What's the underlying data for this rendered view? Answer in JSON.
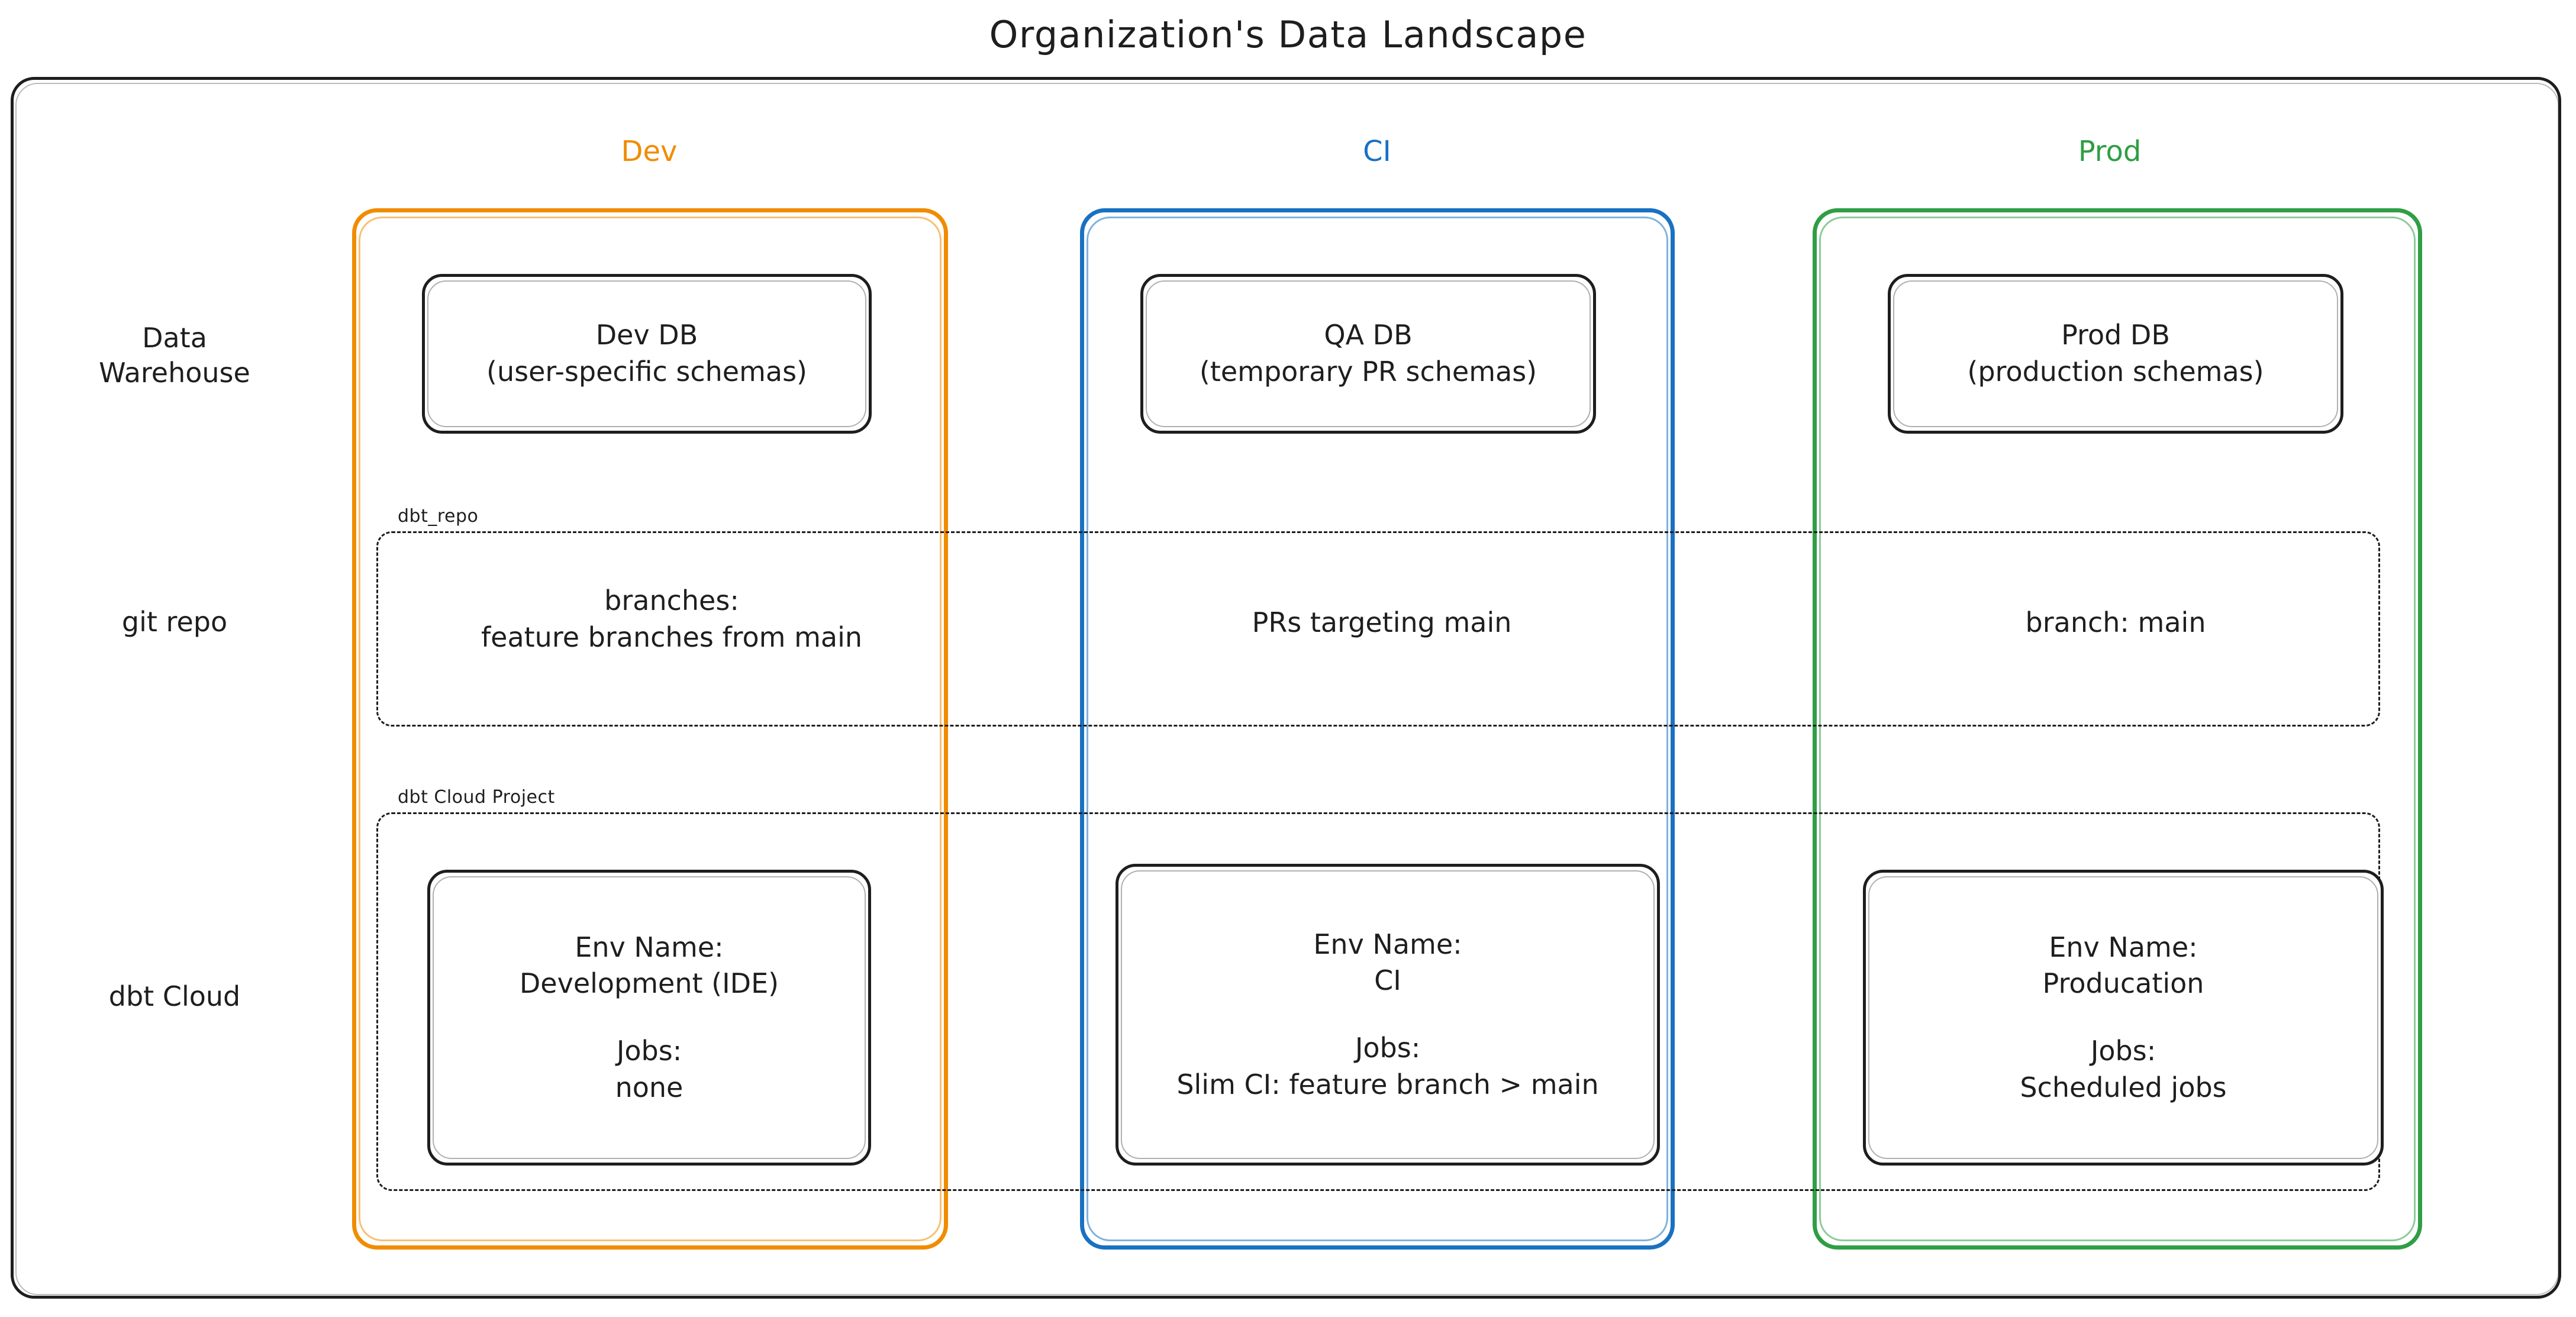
{
  "diagram": {
    "title": "Organization's Data Landscape",
    "type": "architecture-matrix",
    "colors": {
      "dev": "#f08c00",
      "ci": "#1971c2",
      "prod": "#2f9e44",
      "stroke": "#1e1e1e",
      "background": "#ffffff"
    }
  },
  "environments": [
    {
      "key": "dev",
      "label": "Dev",
      "color": "#f08c00"
    },
    {
      "key": "ci",
      "label": "CI",
      "color": "#1971c2"
    },
    {
      "key": "prod",
      "label": "Prod",
      "color": "#2f9e44"
    }
  ],
  "row_labels": {
    "data_warehouse": "Data\nWarehouse",
    "git_repo": "git repo",
    "dbt_cloud": "dbt Cloud"
  },
  "group_captions": {
    "git_repo": "dbt_repo",
    "dbt_cloud_project": "dbt Cloud Project"
  },
  "data_warehouse": {
    "dev": {
      "name": "Dev DB",
      "detail": "(user-specific schemas)"
    },
    "ci": {
      "name": "QA DB",
      "detail": "(temporary PR schemas)"
    },
    "prod": {
      "name": "Prod DB",
      "detail": "(production schemas)"
    }
  },
  "git_repo": {
    "dev": "branches:\nfeature branches from main",
    "ci": "PRs targeting main",
    "prod": "branch: main"
  },
  "dbt_cloud": {
    "env_name_label": "Env Name:",
    "jobs_label": "Jobs:",
    "dev": {
      "env_name": "Development (IDE)",
      "jobs": "none"
    },
    "ci": {
      "env_name": "CI",
      "jobs": "Slim CI: feature branch > main"
    },
    "prod": {
      "env_name": "Producation",
      "jobs": "Scheduled jobs"
    }
  }
}
